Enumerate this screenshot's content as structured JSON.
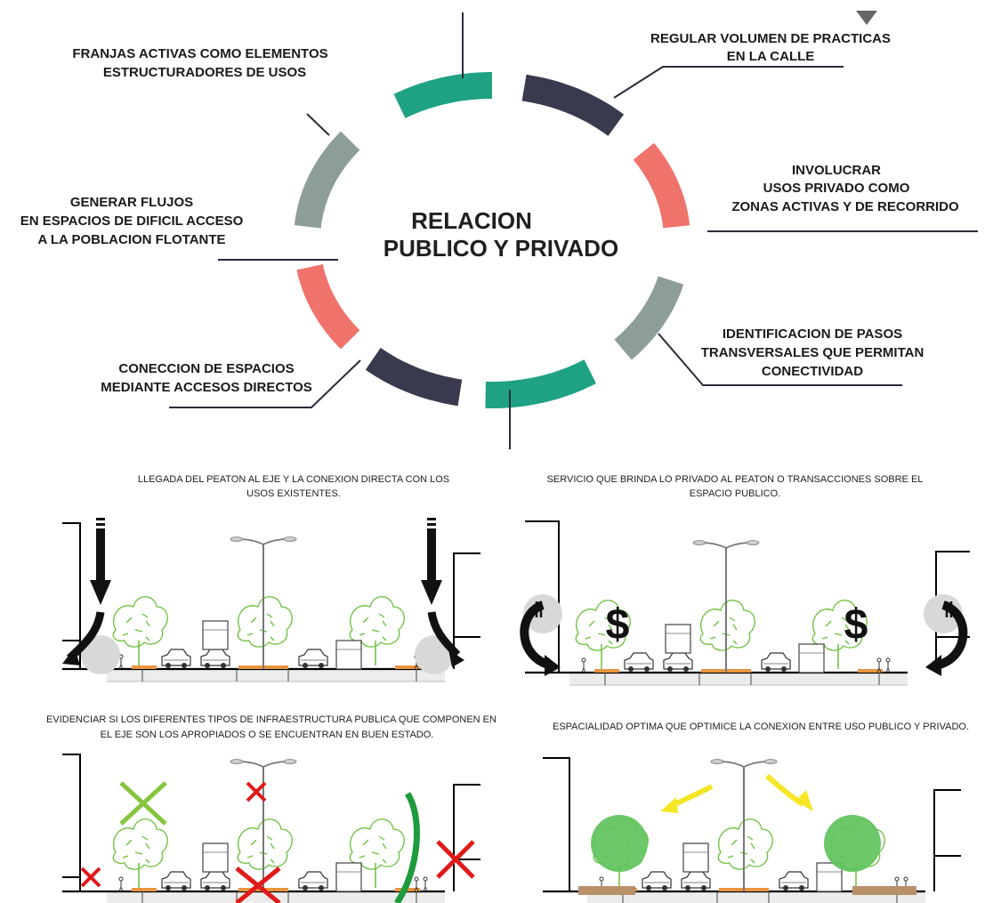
{
  "colors": {
    "teal": "#1fa283",
    "navy": "#3a3a4e",
    "salmon": "#ef726b",
    "gray": "#8d9e9a",
    "tree": "#6abf3a",
    "red_x": "#e01a1a",
    "green_x": "#86c540",
    "yellow_arrow": "#f5e626",
    "green_circle": "#5fc35c",
    "bench": "#b8906a"
  },
  "diagram": {
    "title_line1": "RELACION",
    "title_line2": "PUBLICO Y PRIVADO",
    "labels": {
      "top_left": [
        "FRANJAS ACTIVAS COMO ELEMENTOS",
        "ESTRUCTURADORES DE USOS"
      ],
      "top_right": [
        "REGULAR VOLUMEN DE PRACTICAS",
        "EN LA CALLE"
      ],
      "mid_right": [
        "INVOLUCRAR",
        "USOS PRIVADO COMO",
        "ZONAS ACTIVAS Y DE RECORRIDO"
      ],
      "mid_left": [
        "GENERAR FLUJOS",
        "EN ESPACIOS DE DIFICIL ACCESO",
        "A LA POBLACION FLOTANTE"
      ],
      "low_right": [
        "IDENTIFICACION DE PASOS",
        "TRANSVERSALES QUE PERMITAN",
        "CONECTIVIDAD"
      ],
      "low_left": [
        "CONECCION DE ESPACIOS",
        "MEDIANTE ACCESOS DIRECTOS"
      ]
    }
  },
  "panels": {
    "p1_caption": [
      "LLEGADA DEL PEATON AL EJE Y LA CONEXION DIRECTA CON LOS",
      "USOS EXISTENTES."
    ],
    "p2_caption": [
      "SERVICIO QUE BRINDA LO PRIVADO AL PEATON O TRANSACCIONES SOBRE EL",
      "ESPACIO  PUBLICO."
    ],
    "p3_caption": [
      "EVIDENCIAR SI LOS DIFERENTES TIPOS DE INFRAESTRUCTURA PUBLICA QUE COMPONEN EN",
      "EL EJE SON LOS APROPIADOS O SE ENCUENTRAN EN BUEN ESTADO."
    ],
    "p4_caption": [
      "ESPACIALIDAD OPTIMA QUE OPTIMICE LA CONEXION ENTRE USO PUBLICO Y PRIVADO."
    ],
    "dollar": "$"
  }
}
